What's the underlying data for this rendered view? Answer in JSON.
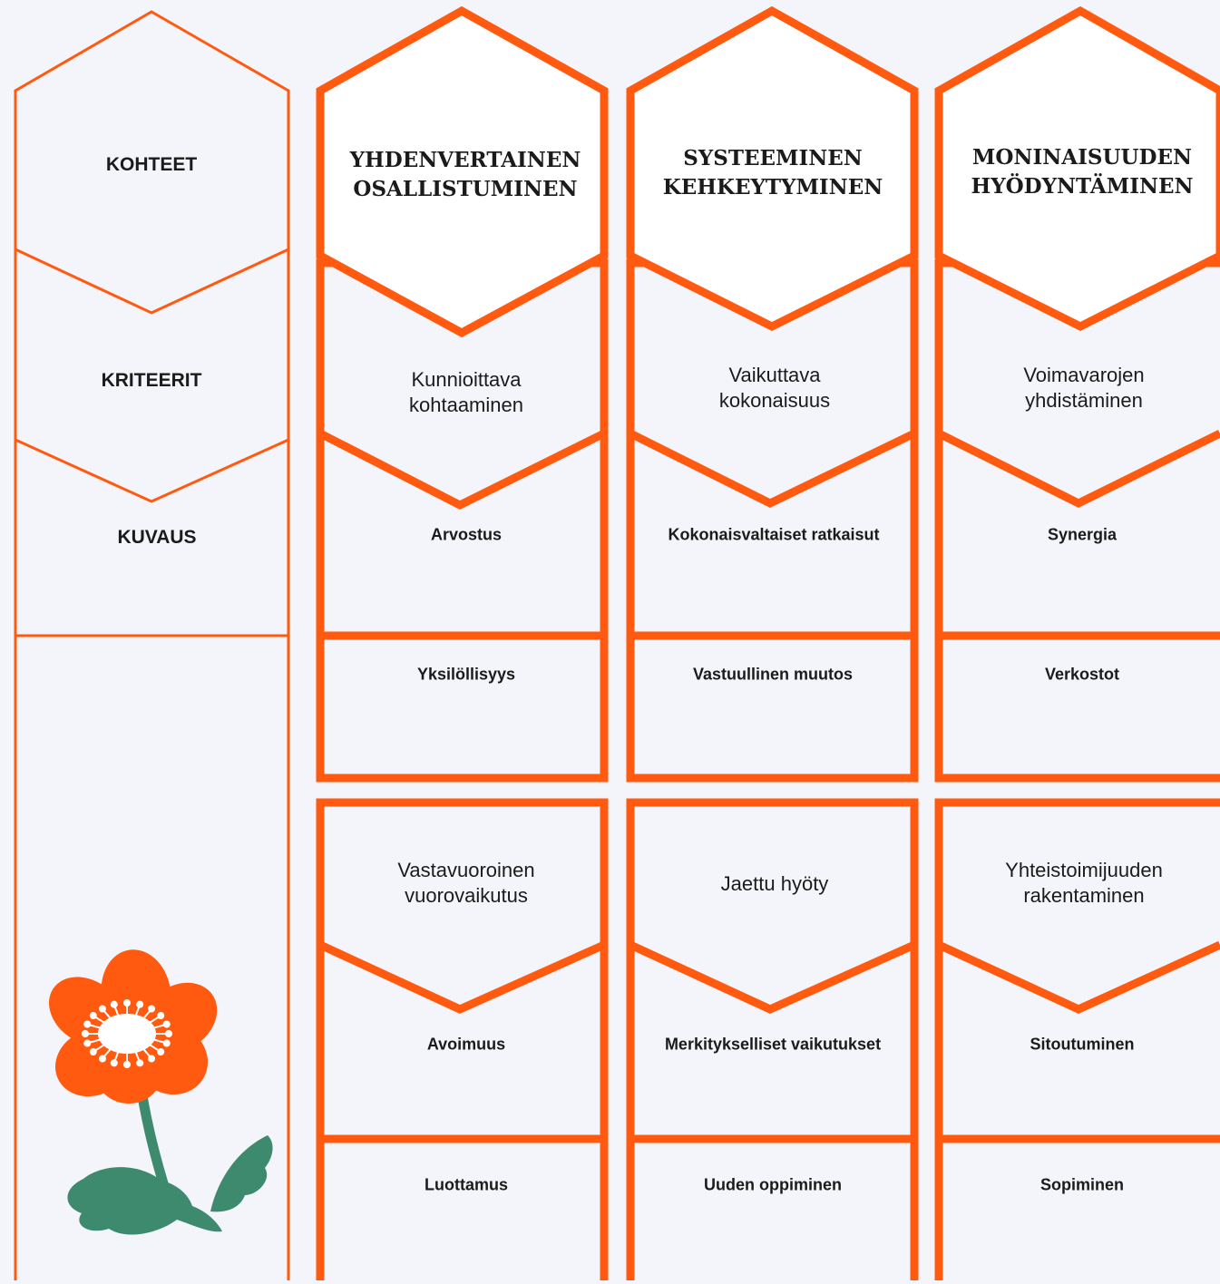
{
  "left_column": {
    "targets_label": "KOHTEET",
    "criteria_label": "KRITEERIT",
    "description_label": "KUVAUS"
  },
  "columns": [
    {
      "title": "YHDENVERTAINEN\nOSALLISTUMINEN",
      "groups": [
        {
          "criterion": "Kunnioittava\nkohtaaminen",
          "descriptions": [
            "Arvostus",
            "Yksilöllisyys"
          ]
        },
        {
          "criterion": "Vastavuoroinen\nvuorovaikutus",
          "descriptions": [
            "Avoimuus",
            "Luottamus"
          ]
        }
      ]
    },
    {
      "title": "SYSTEEMINEN\nKEHKEYTYMINEN",
      "groups": [
        {
          "criterion": "Vaikuttava\nkokonaisuus",
          "descriptions": [
            "Kokonaisvaltaiset ratkaisut",
            "Vastuullinen muutos"
          ]
        },
        {
          "criterion": "Jaettu hyöty",
          "descriptions": [
            "Merkitykselliset vaikutukset",
            "Uuden oppiminen"
          ]
        }
      ]
    },
    {
      "title": "MONINAISUUDEN\nHYÖDYNTÄMINEN",
      "groups": [
        {
          "criterion": "Voimavarojen\nyhdistäminen",
          "descriptions": [
            "Synergia",
            "Verkostot"
          ]
        },
        {
          "criterion": "Yhteistoimijuuden\nrakentaminen",
          "descriptions": [
            "Sitoutuminen",
            "Sopiminen"
          ]
        }
      ]
    }
  ],
  "colors": {
    "accent": "#ff5a0f",
    "background": "#f4f5fa",
    "hexagon_fill": "#ffffff",
    "petal": "#ff5a0f",
    "leaf": "#3d8a6e"
  },
  "decoration": {
    "icon": "flower-icon"
  }
}
